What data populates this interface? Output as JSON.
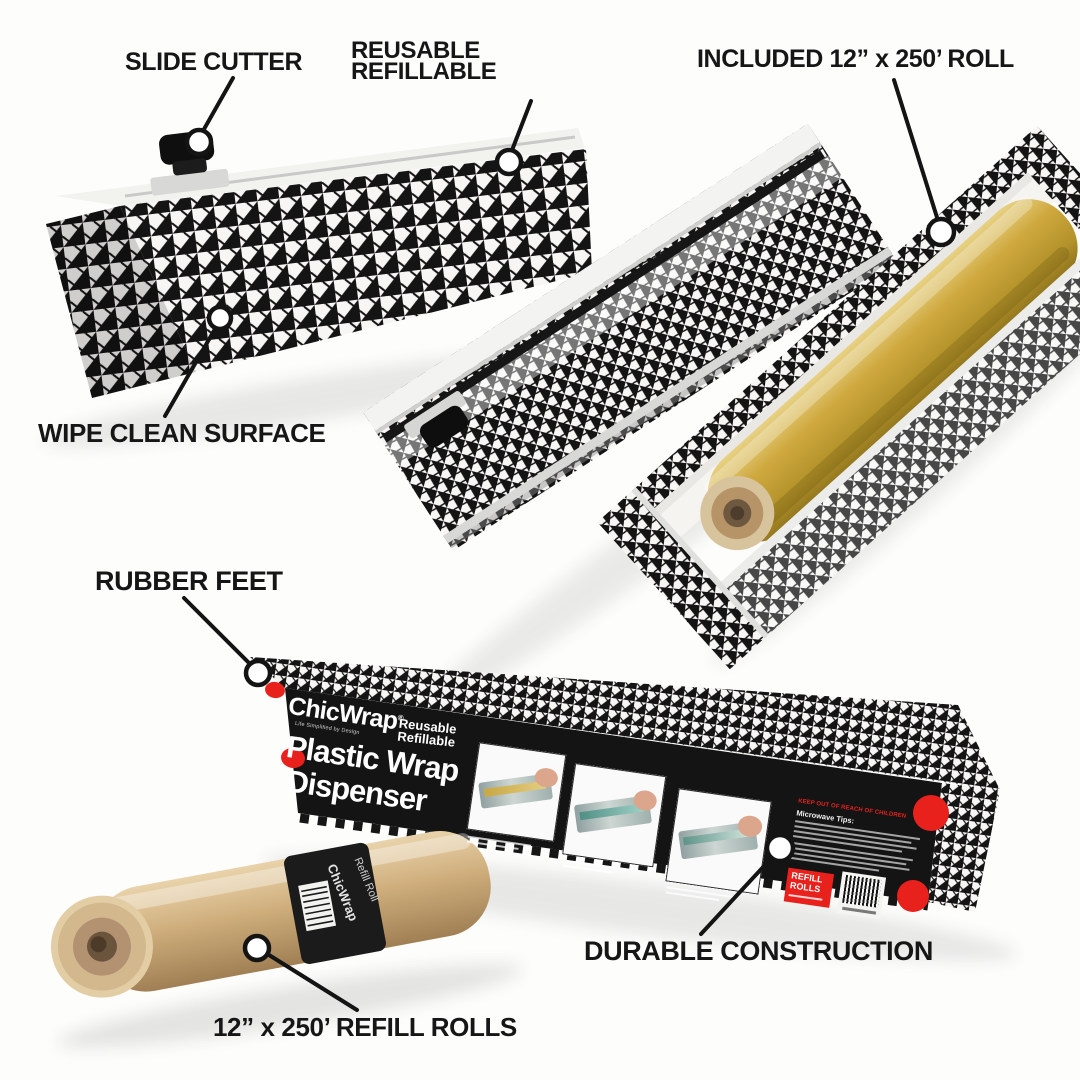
{
  "page": {
    "background": "#fdfdfc",
    "description": "ChicWrap plastic wrap dispenser feature diagram"
  },
  "callouts": {
    "slide_cutter": "SLIDE CUTTER",
    "reusable_line1": "REUSABLE",
    "reusable_line2": "REFILLABLE",
    "included_roll": "INCLUDED 12” x 250’ ROLL",
    "wipe_clean": "WIPE CLEAN SURFACE",
    "rubber_feet": "RUBBER FEET",
    "durable_construction": "DURABLE CONSTRUCTION",
    "refill_rolls": "12” x 250’ REFILL ROLLS"
  },
  "retail_box": {
    "brand": "ChicWrap",
    "registered": "®",
    "tagline": "Life Simplified by Design",
    "subtitle_line1": "Reusable",
    "subtitle_line2": "Refillable",
    "title_line1": "Plastic Wrap",
    "title_line2": "Dispenser",
    "warning": "KEEP OUT OF REACH OF CHILDREN",
    "tips_heading": "Microwave Tips:",
    "refill_badge_line1": "REFILL",
    "refill_badge_line2": "ROLLS"
  },
  "refill_roll": {
    "label_line1": "ChicWrap",
    "label_line2": "Refill Roll"
  },
  "colors": {
    "accent_red": "#e8211d",
    "roll_gold": "#c9a83c",
    "refill_tan": "#cfae7c",
    "pattern_ink": "#141414",
    "background": "#fdfdfc"
  }
}
